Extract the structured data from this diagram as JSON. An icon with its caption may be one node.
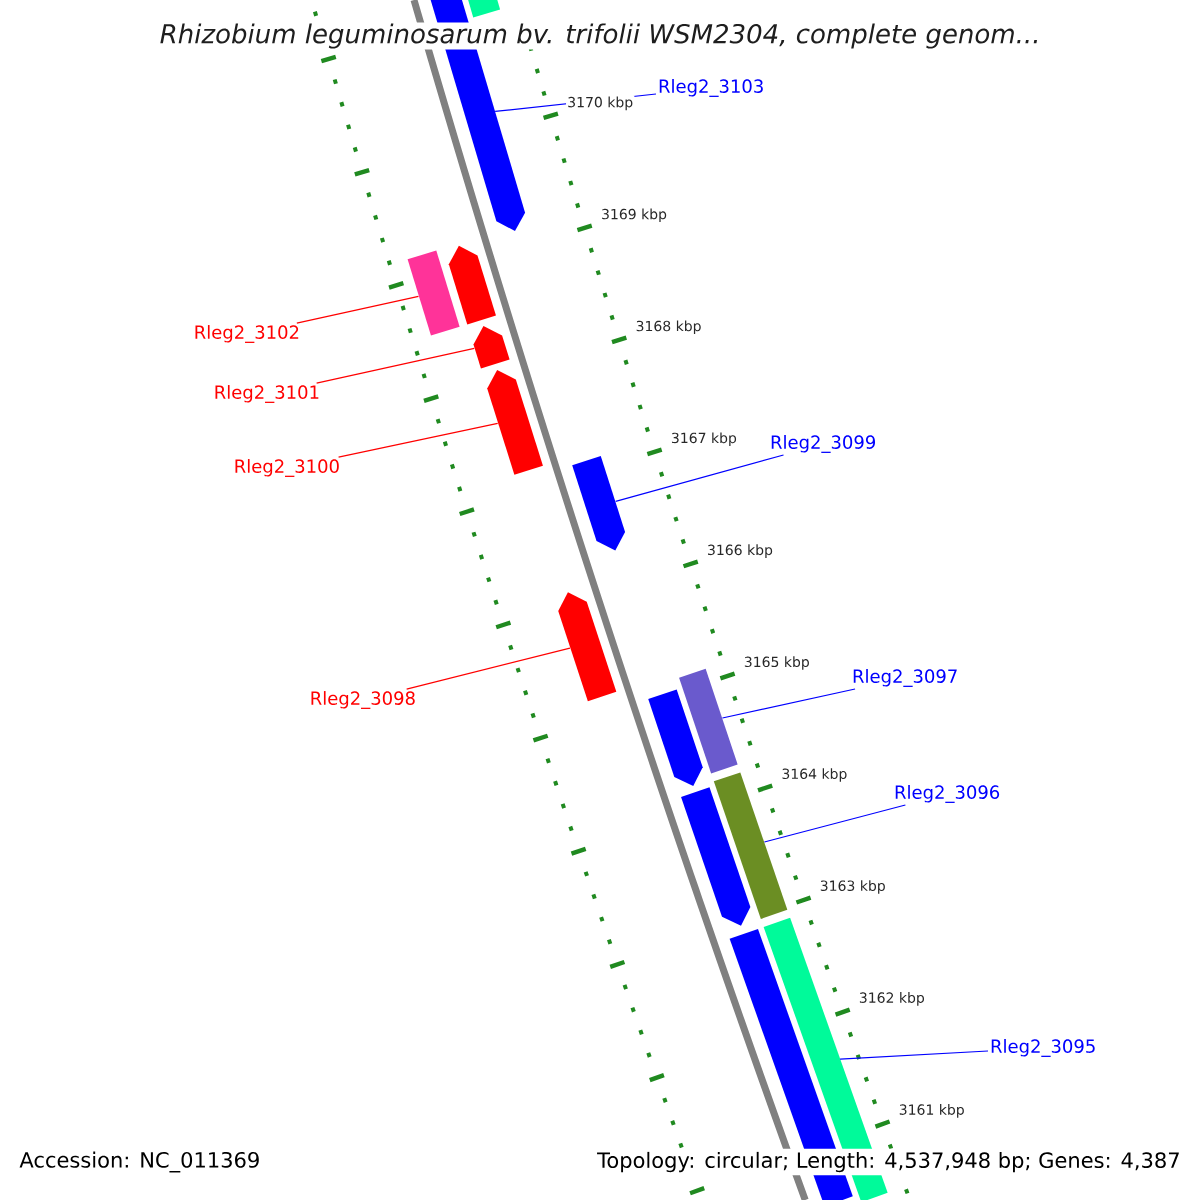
{
  "diagram": {
    "title": "Rhizobium leguminosarum bv. trifolii WSM2304, complete genom...",
    "nodes": [
      {
        "text": [],
        "shape": "box"
      },
      {
        "text": [],
        "shape": "arrow"
      },
      {
        "text": [],
        "shape": "arrow"
      },
      {
        "text": [],
        "shape": "box"
      },
      {
        "text": [],
        "shape": "arrow"
      },
      {
        "text": [],
        "shape": "arrow"
      },
      {
        "text": [],
        "shape": "arrow"
      },
      {
        "text": [],
        "shape": "arrow"
      },
      {
        "text": [],
        "shape": "box"
      },
      {
        "text": [],
        "shape": "arrow"
      },
      {
        "text": [],
        "shape": "box"
      },
      {
        "text": [],
        "shape": "arrow"
      },
      {
        "text": [],
        "shape": "box"
      },
      {
        "text": [],
        "shape": "box"
      },
      {
        "text": [
          "Rleg2_3103"
        ]
      },
      {
        "text": [
          "Rleg2_3102"
        ]
      },
      {
        "text": [
          "Rleg2_3101"
        ]
      },
      {
        "text": [
          "Rleg2_3099"
        ]
      },
      {
        "text": [
          "Rleg2_3100"
        ]
      },
      {
        "text": [
          "Rleg2_3097"
        ]
      },
      {
        "text": [
          "Rleg2_3098"
        ]
      },
      {
        "text": [
          "Rleg2_3096"
        ]
      },
      {
        "text": [
          "Rleg2_3095"
        ]
      }
    ],
    "edges": [
      {
        "from": 14,
        "to": 1,
        "arrow": "none"
      },
      {
        "from": 15,
        "to": 3,
        "arrow": "none",
        "color": "#ff0000"
      },
      {
        "from": 16,
        "to": 4,
        "arrow": "none",
        "color": "#ff0000"
      },
      {
        "from": 17,
        "to": 6,
        "arrow": "none"
      },
      {
        "from": 18,
        "to": 5,
        "arrow": "none",
        "color": "#ff0000"
      },
      {
        "from": 19,
        "to": 8,
        "arrow": "none"
      },
      {
        "from": 20,
        "to": 7,
        "arrow": "none",
        "color": "#ff0000"
      },
      {
        "from": 21,
        "to": 10,
        "arrow": "none"
      },
      {
        "from": 22,
        "to": 12,
        "arrow": "none"
      }
    ],
    "labels": [
      "3170 kbp",
      "3169 kbp",
      "3168 kbp",
      "3167 kbp",
      "3166 kbp",
      "3165 kbp",
      "3164 kbp",
      "3163 kbp",
      "3162 kbp",
      "3161 kbp",
      "Accession: NC_011369",
      "Topology: circular; Length: 4,537,948 bp; Genes: 4,387"
    ]
  }
}
